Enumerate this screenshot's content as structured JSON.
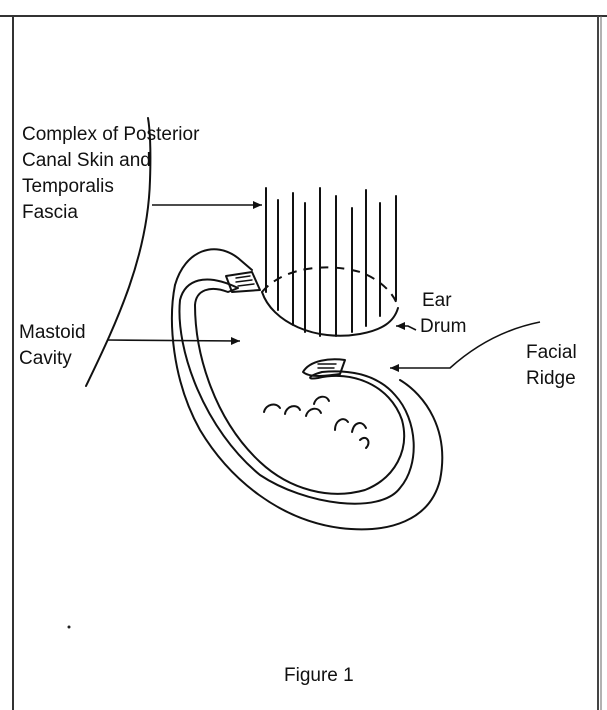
{
  "labels": {
    "complex_line1": "Complex of Posterior",
    "complex_line2": "Canal Skin and",
    "complex_line3": "Temporalis",
    "complex_line4": "Fascia",
    "mastoid_line1": "Mastoid",
    "mastoid_line2": "Cavity",
    "eardrum_line1": "Ear",
    "eardrum_line2": "Drum",
    "facial_line1": "Facial",
    "facial_line2": "Ridge"
  },
  "caption": "Figure 1"
}
